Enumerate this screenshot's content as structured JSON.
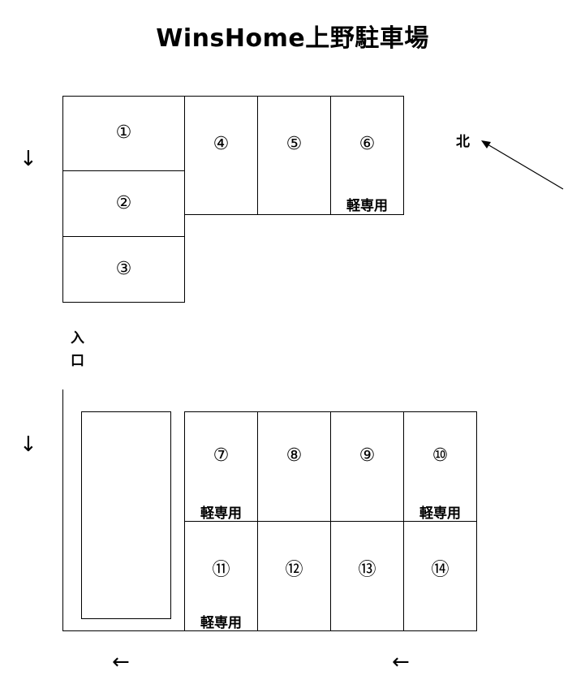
{
  "title": "WinsHome上野駐車場",
  "light_only": "軽専用",
  "north": "北",
  "entrance": [
    "入",
    "口"
  ],
  "arrows": {
    "down": "↓",
    "left": "←"
  },
  "spaces": [
    "①",
    "②",
    "③",
    "④",
    "⑤",
    "⑥",
    "⑦",
    "⑧",
    "⑨",
    "⑩",
    "⑪",
    "⑫",
    "⑬",
    "⑭"
  ],
  "light_only_spaces": [
    "⑥",
    "⑦",
    "⑩",
    "⑪"
  ]
}
